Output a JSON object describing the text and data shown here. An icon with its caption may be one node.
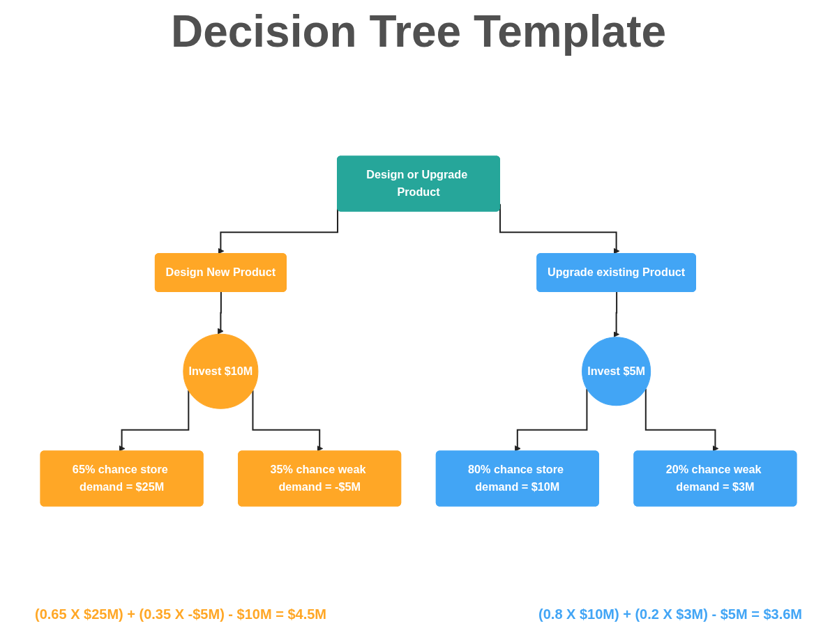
{
  "diagram": {
    "title": "Decision Tree Template",
    "nodes": [
      {
        "text": [
          "Design or Upgrade Product"
        ]
      },
      {
        "text": [
          "Design New Product"
        ]
      },
      {
        "text": [
          "Upgrade existing Product"
        ]
      },
      {
        "text": [
          "Invest $10M"
        ]
      },
      {
        "text": [
          "Invest $5M"
        ]
      },
      {
        "text": [
          "65% chance store demand = $25M"
        ]
      },
      {
        "text": [
          "35% chance weak demand = -$5M"
        ]
      },
      {
        "text": [
          "80% chance store demand = $10M"
        ]
      },
      {
        "text": [
          "20% chance weak demand = $3M"
        ]
      }
    ],
    "edges": [
      {
        "from": 0,
        "to": 1,
        "arrow": "to"
      },
      {
        "from": 0,
        "to": 2,
        "arrow": "to"
      },
      {
        "from": 1,
        "to": 3,
        "arrow": "to"
      },
      {
        "from": 2,
        "to": 4,
        "arrow": "to"
      },
      {
        "from": 3,
        "to": 5,
        "arrow": "to"
      },
      {
        "from": 3,
        "to": 6,
        "arrow": "to"
      },
      {
        "from": 4,
        "to": 7,
        "arrow": "to"
      },
      {
        "from": 4,
        "to": 8,
        "arrow": "to"
      }
    ],
    "labels": [
      "(0.65 X $25M) + (0.35 X -$5M) - $10M = $4.5M",
      "(0.8 X $10M) + (0.2 X $3M) - $5M = $3.6M"
    ]
  }
}
